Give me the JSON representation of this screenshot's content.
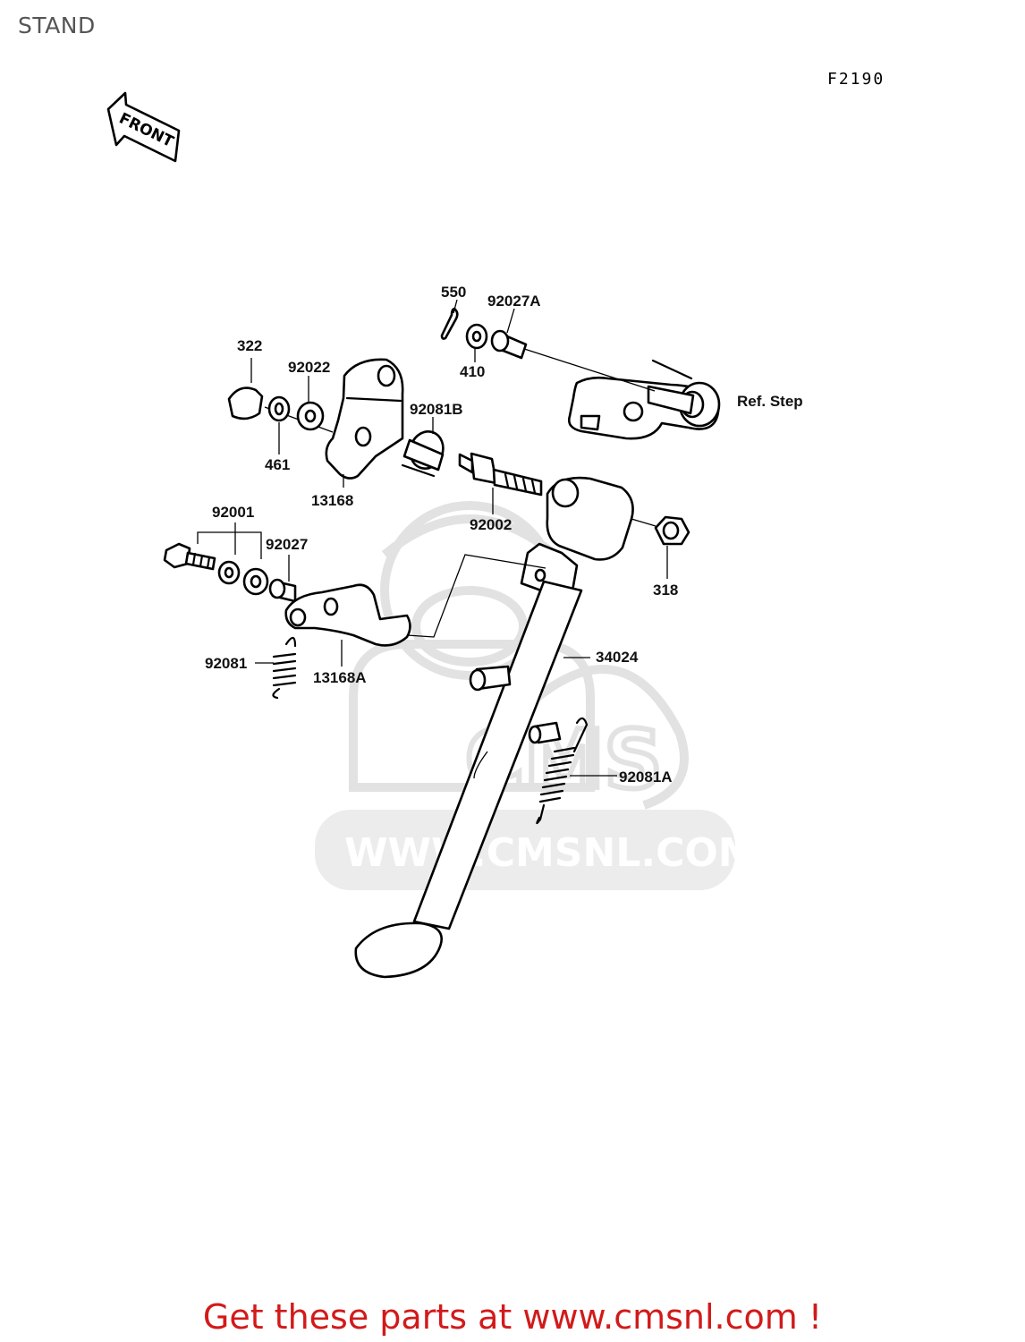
{
  "page": {
    "title": "STAND",
    "figure_code": "F2190",
    "promo_text": "Get these parts at www.cmsnl.com !"
  },
  "front_arrow": {
    "label": "FRONT"
  },
  "watermark": {
    "brand": "CMS",
    "url": "WWW.CMSNL.COM"
  },
  "callouts": {
    "p550": "550",
    "p92027A": "92027A",
    "p410": "410",
    "p322": "322",
    "p92022": "92022",
    "p92081B": "92081B",
    "p461": "461",
    "p13168": "13168",
    "ref_step": "Ref. Step",
    "p92002": "92002",
    "p318": "318",
    "p92001": "92001",
    "p92027": "92027",
    "p34024": "34024",
    "p92081": "92081",
    "p13168A": "13168A",
    "p92081A": "92081A"
  },
  "colors": {
    "promo": "#d21a1a",
    "title": "#555555",
    "watermark": "#e2e2e2"
  }
}
